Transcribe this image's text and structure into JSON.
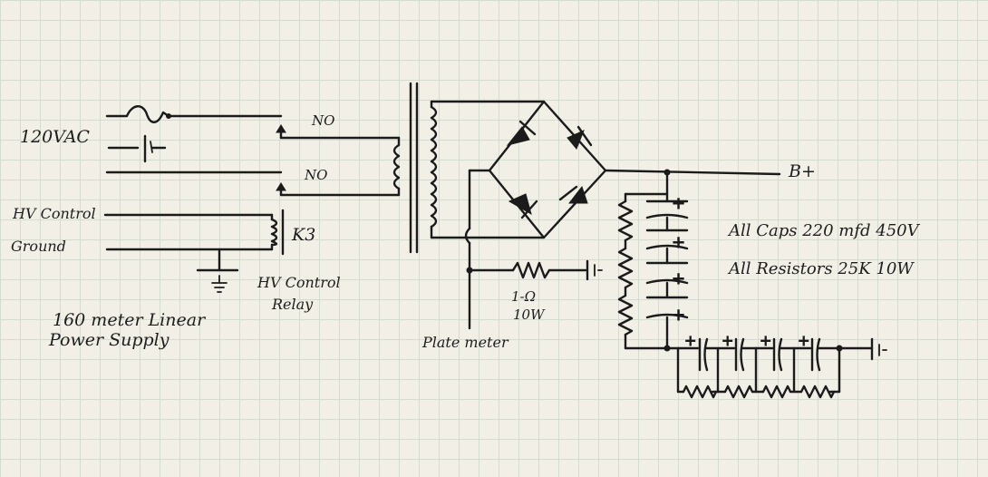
{
  "labels": {
    "ac_input": "120VAC",
    "hv_control": "HV Control",
    "ground": "Ground",
    "no_1": "NO",
    "no_2": "NO",
    "relay_designator": "K3",
    "relay_name_line1": "HV Control",
    "relay_name_line2": "Relay",
    "output": "B+",
    "plate_meter": "Plate meter",
    "shunt_value_line1": "1-Ω",
    "shunt_value_line2": "10W",
    "caps_note": "All Caps 220 mfd 450V",
    "resistors_note": "All Resistors 25K 10W",
    "title_line1": "160 meter Linear",
    "title_line2": "Power Supply"
  },
  "polarity_mark": "+"
}
